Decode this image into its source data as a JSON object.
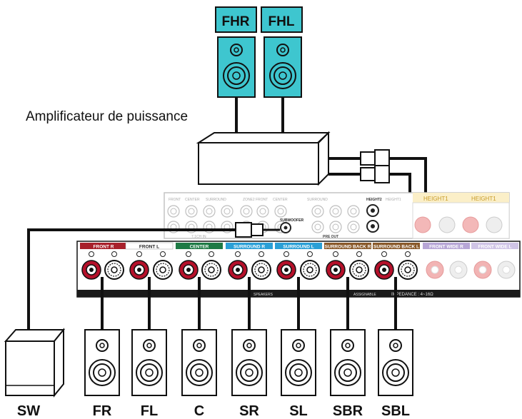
{
  "amplifier_label": "Amplificateur de puissance",
  "top_speakers": [
    "FHR",
    "FHL"
  ],
  "top_badge_color": "#3ec6cf",
  "bottom_labels": {
    "sw": "SW",
    "fr": "FR",
    "fl": "FL",
    "c": "C",
    "sr": "SR",
    "sl": "SL",
    "sbr": "SBR",
    "sbl": "SBL"
  },
  "panel_channels": [
    {
      "label": "FRONT R",
      "color": "#a8202b"
    },
    {
      "label": "FRONT L",
      "color": "#ffffff"
    },
    {
      "label": "CENTER",
      "color": "#1e7a45"
    },
    {
      "label": "SURROUND R",
      "color": "#2a9fd6"
    },
    {
      "label": "SURROUND L",
      "color": "#2a9fd6"
    },
    {
      "label": "SURROUND BACK R",
      "color": "#8a5a2b"
    },
    {
      "label": "SURROUND BACK L",
      "color": "#8a5a2b"
    },
    {
      "label": "FRONT WIDE R",
      "color": "#b7a6d6"
    },
    {
      "label": "FRONT WIDE L",
      "color": "#cfc4e6"
    }
  ],
  "back_panel_labels": {
    "front": "FRONT",
    "center": "CENTER",
    "surround": "SURROUND",
    "zone2": "ZONE2",
    "subwoofer": "SUBWOOFER",
    "ch71in": "7.1CH IN",
    "preout": "PRE OUT",
    "height1": "HEIGHT1",
    "height2": "HEIGHT2",
    "speakers": "SPEAKERS",
    "assignable": "ASSIGNABLE",
    "impedance": "IMPEDANCE : 4~16Ω"
  }
}
